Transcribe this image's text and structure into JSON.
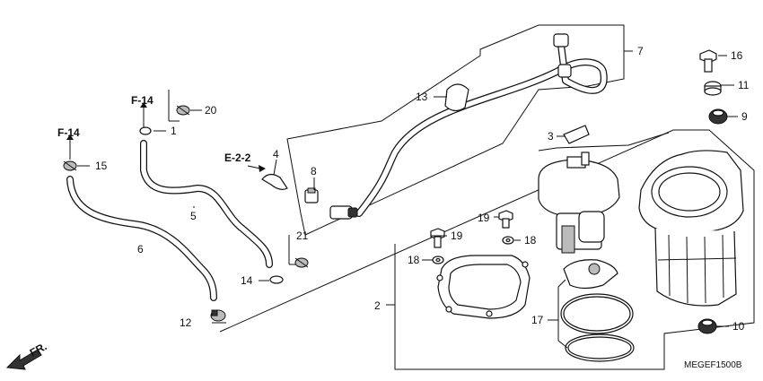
{
  "figure_code": "MEGEF1500B",
  "direction_label": "FR.",
  "section_refs": [
    "F-14",
    "F-14",
    "E-2-2"
  ],
  "callouts": [
    "1",
    "2",
    "3",
    "4",
    "5",
    "6",
    "7",
    "8",
    "9",
    "10",
    "11",
    "12",
    "13",
    "14",
    "15",
    "16",
    "17",
    "18",
    "18",
    "19",
    "19",
    "20",
    "21"
  ]
}
